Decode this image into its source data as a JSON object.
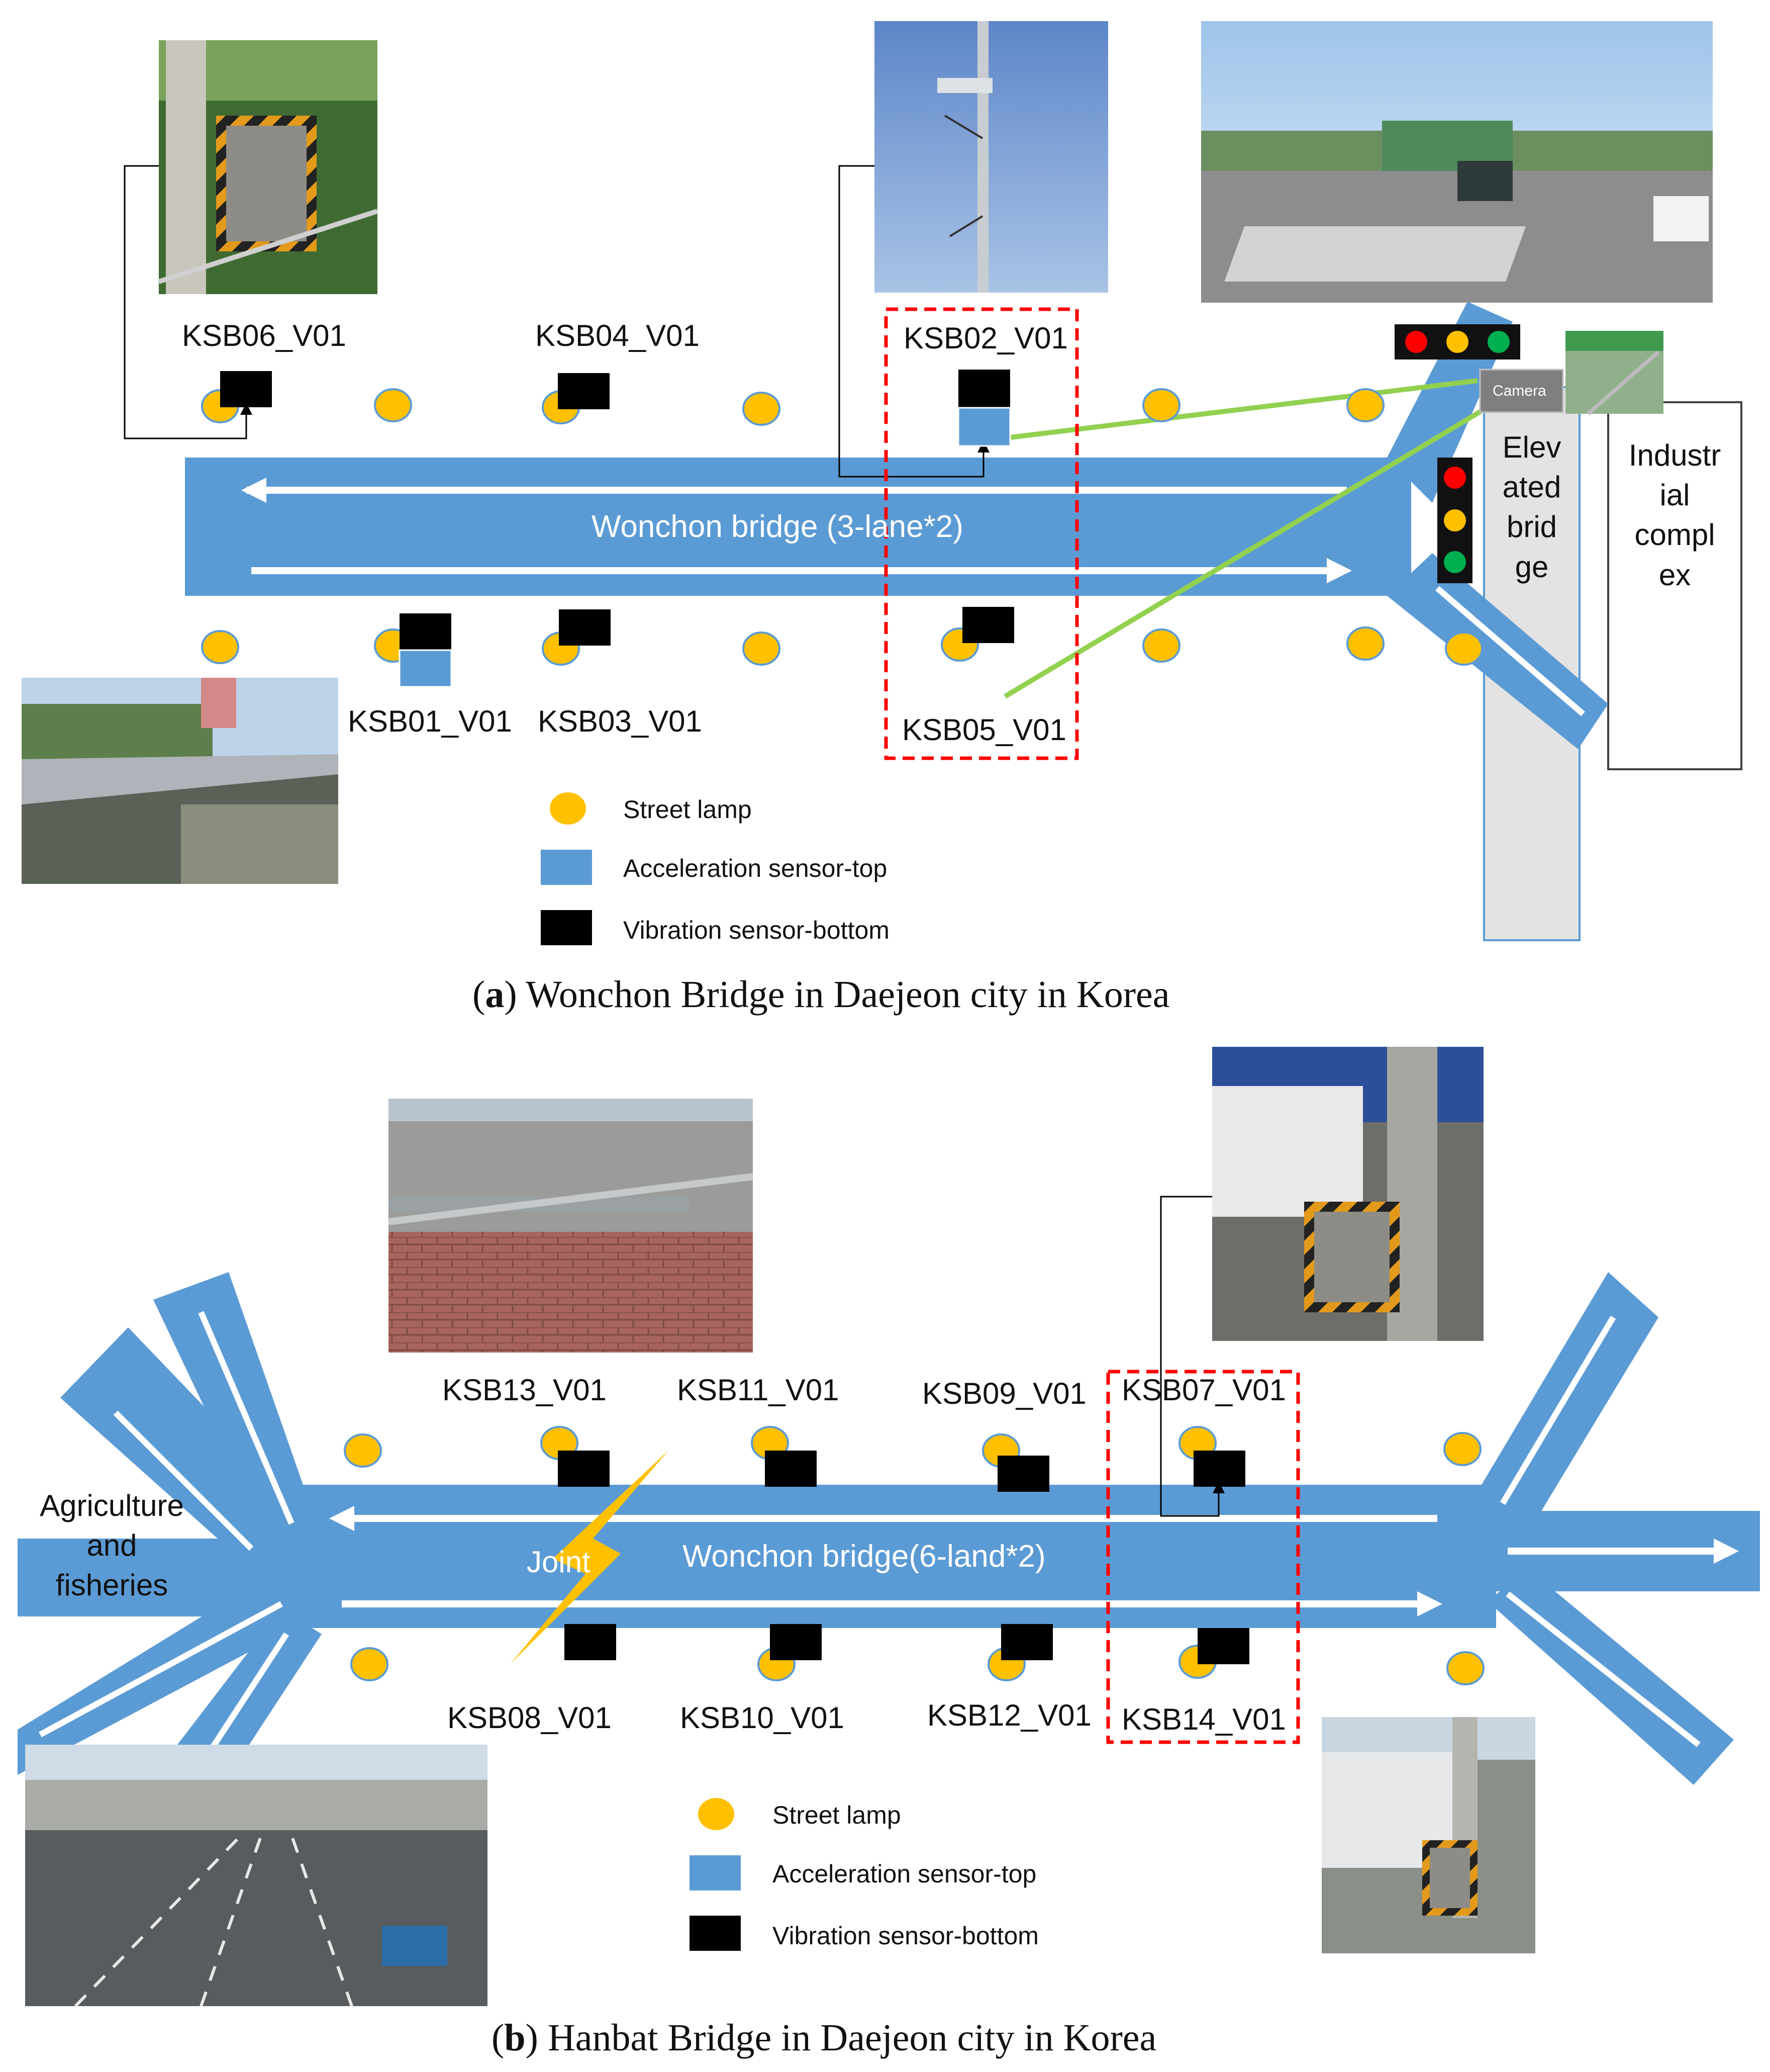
{
  "panel_a": {
    "caption_letter": "a",
    "caption_rest": "Wonchon Bridge in Daejeon city in Korea",
    "road_label": "Wonchon bridge (3-lane*2)",
    "camera_label": "Camera",
    "elevated_label": "Elev\nated\nbrid\nge",
    "industrial_label": "Industr\nial\ncompl\nex",
    "sensors_top": [
      "KSB06_V01",
      "KSB04_V01",
      "KSB02_V01"
    ],
    "sensors_bottom": [
      "KSB01_V01",
      "KSB03_V01",
      "KSB05_V01"
    ],
    "legend": {
      "lamp": "Street lamp",
      "accel": "Acceleration sensor-top",
      "vib": "Vibration sensor-bottom"
    }
  },
  "panel_b": {
    "caption_letter": "b",
    "caption_rest": "Hanbat Bridge in Daejeon city in Korea",
    "road_label": "Wonchon bridge(6-land*2)",
    "joint_label": "Joint",
    "agri_label": "Agriculture\nand\nfisheries",
    "sensors_top": [
      "KSB13_V01",
      "KSB11_V01",
      "KSB09_V01",
      "KSB07_V01"
    ],
    "sensors_bottom": [
      "KSB08_V01",
      "KSB10_V01",
      "KSB12_V01",
      "KSB14_V01"
    ],
    "legend": {
      "lamp": "Street lamp",
      "accel": "Acceleration sensor-top",
      "vib": "Vibration sensor-bottom"
    }
  },
  "colors": {
    "road": "#5b9bd5",
    "lamp": "#ffc000",
    "vibration_sensor": "#000000",
    "acceleration_sensor": "#5b9bd5",
    "highlight_box": "#ff0000",
    "camera_link": "#92d050",
    "elevated_bridge": "#e3e3e3"
  }
}
